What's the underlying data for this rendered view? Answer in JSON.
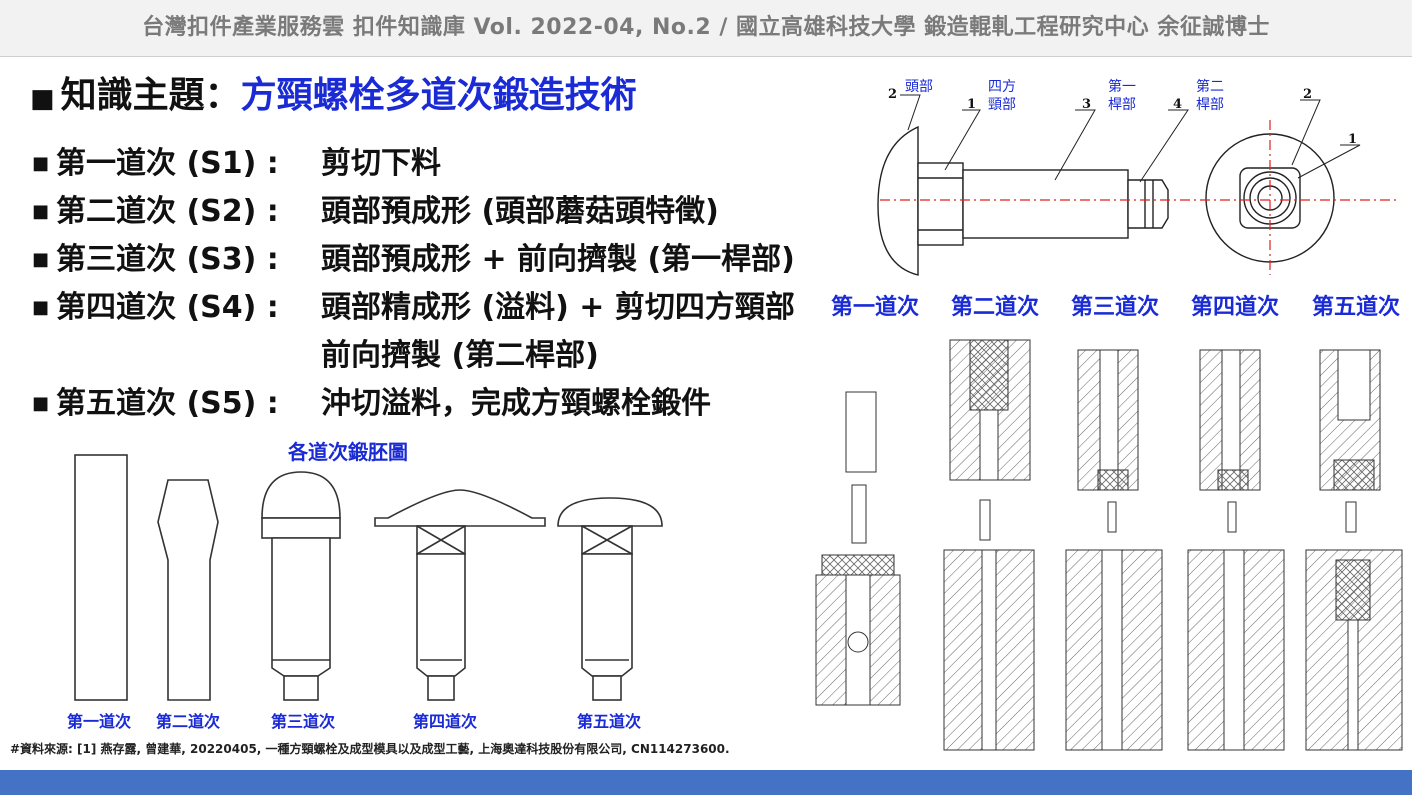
{
  "header": {
    "title": "台灣扣件產業服務雲 扣件知識庫 Vol. 2022-04, No.2  /  國立高雄科技大學  鍛造輥軋工程研究中心  余征誠博士"
  },
  "topic": {
    "bullet": "■",
    "label": "知識主題：",
    "title": "方頸螺栓多道次鍛造技術"
  },
  "steps": [
    {
      "bullet": "■",
      "name": "第一道次 (S1) :",
      "desc": "剪切下料",
      "desc2": ""
    },
    {
      "bullet": "■",
      "name": "第二道次 (S2) :",
      "desc": "頭部預成形 (頭部蘑菇頭特徵)",
      "desc2": ""
    },
    {
      "bullet": "■",
      "name": "第三道次 (S3) :",
      "desc": "頭部預成形 + 前向擠製 (第一桿部)",
      "desc2": ""
    },
    {
      "bullet": "■",
      "name": "第四道次 (S4) :",
      "desc": "頭部精成形 (溢料) + 剪切四方頸部",
      "desc2": "前向擠製 (第二桿部)"
    },
    {
      "bullet": "■",
      "name": "第五道次 (S5) :",
      "desc": "沖切溢料，完成方頸螺栓鍛件",
      "desc2": ""
    }
  ],
  "blanks": {
    "title": "各道次鍛胚圖",
    "labels": [
      "第一道次",
      "第二道次",
      "第三道次",
      "第四道次",
      "第五道次"
    ]
  },
  "dies": {
    "labels": [
      "第一道次",
      "第二道次",
      "第三道次",
      "第四道次",
      "第五道次"
    ]
  },
  "bolt_parts": {
    "head": "頭部",
    "square_neck_1": "四方",
    "square_neck_2": "頸部",
    "shank1_1": "第一",
    "shank1_2": "桿部",
    "shank2_1": "第二",
    "shank2_2": "桿部",
    "nums": [
      "2",
      "1",
      "3",
      "4",
      "2",
      "1"
    ]
  },
  "source": "#資料來源: [1] 燕存露, 曾建華, 20220405, 一種方頸螺栓及成型模具以及成型工藝, 上海奧達科技股份有限公司, CN114273600.",
  "colors": {
    "accent": "#1a2bd6",
    "footer": "#4472c4",
    "header_text": "#7a7a7a"
  }
}
